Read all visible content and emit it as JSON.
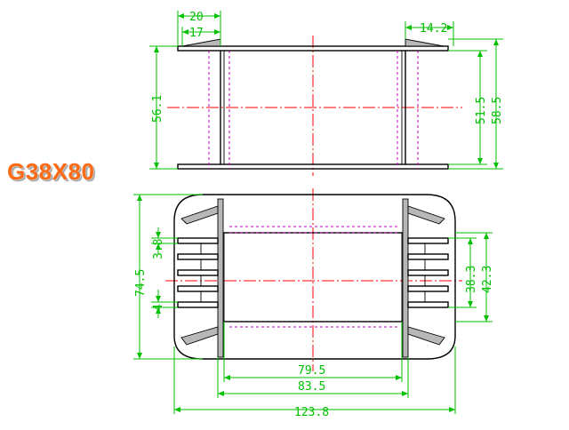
{
  "title": "G38X80",
  "dimensions": {
    "top_flange_outer": "20",
    "top_flange_inner": "17",
    "top_right": "14.2",
    "left_height": "56.1",
    "right_inner_height": "51.5",
    "right_outer_height": "58.5",
    "pin_spacing": "3.8",
    "base_height": "74.5",
    "pin_width": "4",
    "right_inner_base": "38.3",
    "right_outer_base": "42.3",
    "bottom_inner": "79.5",
    "bottom_mid": "83.5",
    "bottom_outer": "123.8"
  },
  "colors": {
    "title": "#ff6a13",
    "dimension": "#00c000",
    "centerline": "#ff0000",
    "hidden": "#c000c0"
  }
}
